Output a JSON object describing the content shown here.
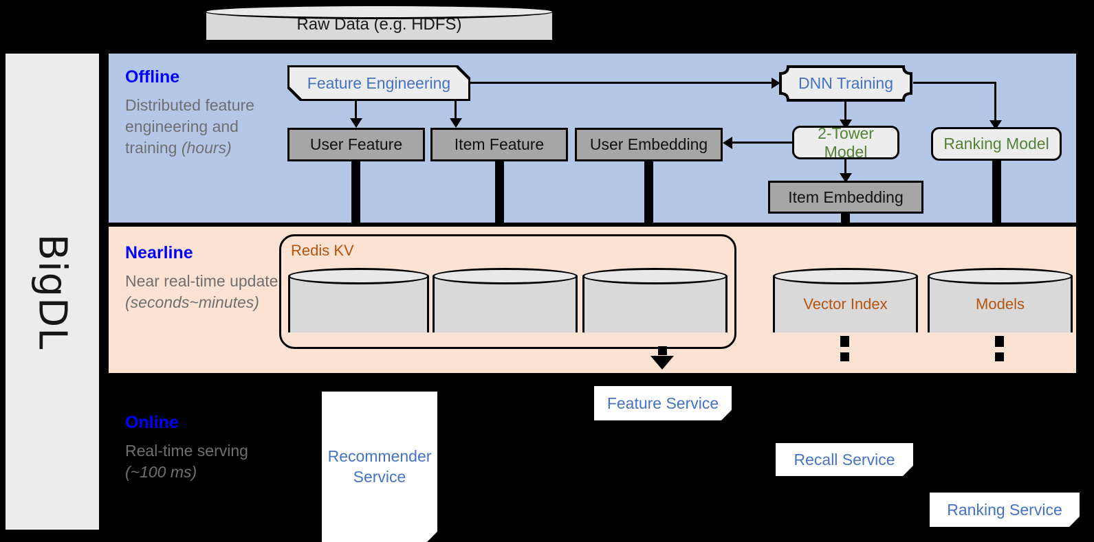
{
  "framework": {
    "name": "BigDL"
  },
  "source": {
    "label": "Raw Data (e.g. HDFS)"
  },
  "bands": {
    "offline": {
      "title": "Offline",
      "subtitle_main": "Distributed feature engineering and training ",
      "subtitle_em": "(hours)",
      "bg": "#b4c7e7",
      "title_color": "#0000ff"
    },
    "nearline": {
      "title": "Nearline",
      "subtitle_main": "Near real-time update ",
      "subtitle_em": "(seconds~minutes)",
      "bg": "#fbe2d2",
      "title_color": "#0000ff"
    },
    "online": {
      "title": "Online",
      "subtitle_main": "Real-time serving ",
      "subtitle_em": "(~100 ms)",
      "bg": "#000000",
      "title_color": "#0000ff"
    }
  },
  "offline_nodes": {
    "feature_engineering": {
      "label": "Feature Engineering",
      "text_color": "#4472c4",
      "shape": "cut-corners"
    },
    "dnn_training": {
      "label": "DNN Training",
      "text_color": "#4472c4",
      "shape": "card"
    },
    "user_feature": {
      "label": "User Feature",
      "text_color": "#111111",
      "shape": "rect"
    },
    "item_feature": {
      "label": "Item Feature",
      "text_color": "#111111",
      "shape": "rect"
    },
    "user_embedding": {
      "label": "User Embedding",
      "text_color": "#111111",
      "shape": "rect"
    },
    "item_embedding": {
      "label": "Item Embedding",
      "text_color": "#111111",
      "shape": "rect"
    },
    "two_tower_model": {
      "label": "2-Tower Model",
      "text_color": "#548235",
      "shape": "rounded"
    },
    "ranking_model": {
      "label": "Ranking Model",
      "text_color": "#548235",
      "shape": "rounded"
    }
  },
  "nearline_nodes": {
    "redis_kv": {
      "label": "Redis KV",
      "text_color": "#b4540f"
    },
    "store_1": {
      "label": ""
    },
    "store_2": {
      "label": ""
    },
    "store_3": {
      "label": ""
    },
    "vector_index": {
      "label": "Vector Index",
      "text_color": "#b4540f"
    },
    "models": {
      "label": "Models",
      "text_color": "#b4540f"
    }
  },
  "online_nodes": {
    "recommender_service": {
      "label_line1": "Recommender",
      "label_line2": "Service",
      "text_color": "#4472c4"
    },
    "feature_service": {
      "label": "Feature Service",
      "text_color": "#4472c4"
    },
    "recall_service": {
      "label": "Recall Service",
      "text_color": "#4472c4"
    },
    "ranking_service": {
      "label": "Ranking Service",
      "text_color": "#4472c4"
    }
  },
  "colors": {
    "offline_band": "#b4c7e7",
    "nearline_band": "#fbe2d2",
    "online_band": "#000000",
    "grey_node": "#a6a6a6",
    "process_node": "#ededed",
    "cylinder": "#d9d9d9",
    "rail": "#ececec",
    "blue_text": "#4472c4",
    "green_text": "#548235",
    "brown_text": "#b4540f",
    "band_title": "#0000ff",
    "band_subtitle": "#6f6f6f"
  }
}
